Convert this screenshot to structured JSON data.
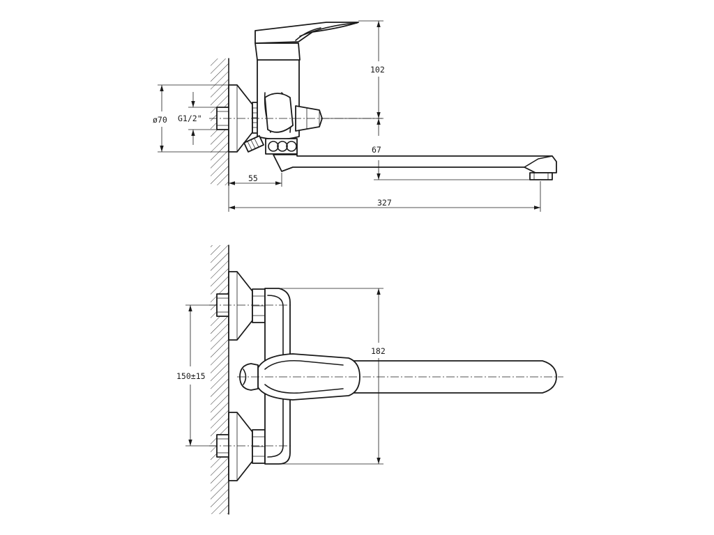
{
  "dimensions": {
    "height_handle": "102",
    "flange_diameter": "ø70",
    "thread": "G1/2\"",
    "spout_height": "67",
    "wall_to_body": "55",
    "spout_length": "327",
    "total_height": "182",
    "inlet_spacing": "150±15"
  }
}
